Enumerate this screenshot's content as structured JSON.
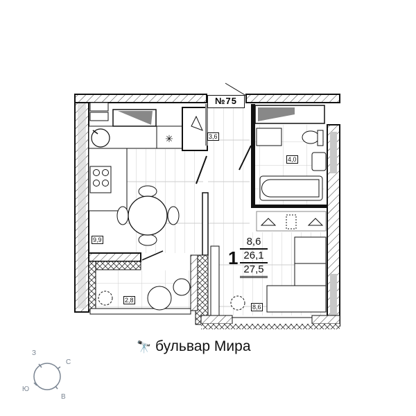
{
  "apartment": {
    "number_label": "№75",
    "room_count": "1",
    "areas": {
      "living": "8,6",
      "total_living": "26,1",
      "total": "27,5"
    }
  },
  "rooms": [
    {
      "name": "kitchen",
      "area": "9,9"
    },
    {
      "name": "hallway",
      "area": "3,6"
    },
    {
      "name": "bathroom",
      "area": "4,0"
    },
    {
      "name": "balcony",
      "area": "2,8"
    },
    {
      "name": "bedroom",
      "area": "8,6"
    }
  ],
  "street": {
    "icon": "binoculars-icon",
    "label": "бульвар Мира"
  },
  "compass": {
    "west": "З",
    "north": "С",
    "south": "Ю",
    "east": "В",
    "color": "#7a8592"
  }
}
